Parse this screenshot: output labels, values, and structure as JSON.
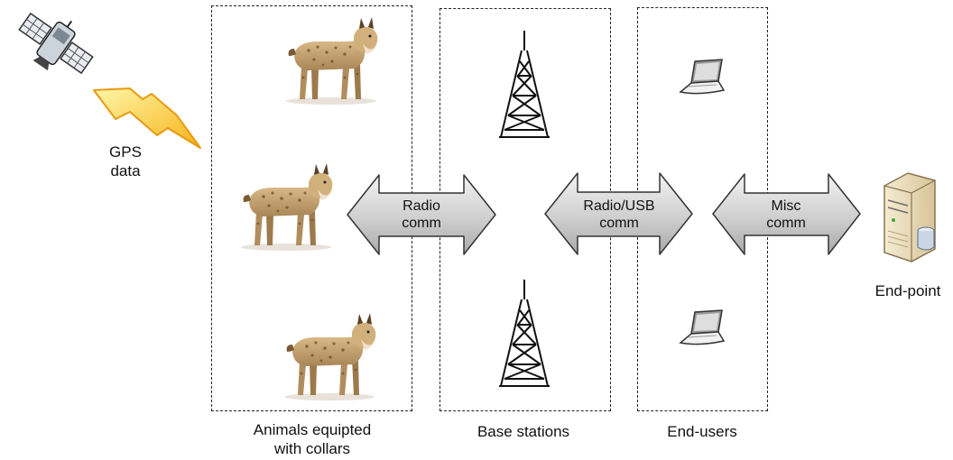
{
  "diagram": {
    "gps_label": "GPS\ndata",
    "groups": {
      "animals": "Animals equipted\nwith collars",
      "base_stations": "Base stations",
      "end_users": "End-users"
    },
    "arrows": {
      "radio": "Radio\ncomm",
      "radio_usb": "Radio/USB\ncomm",
      "misc": "Misc\ncomm"
    },
    "endpoint_label": "End-point",
    "icons": [
      "satellite-icon",
      "lightning-icon",
      "lynx-icon",
      "radio-tower-icon",
      "laptop-icon",
      "server-icon"
    ]
  }
}
